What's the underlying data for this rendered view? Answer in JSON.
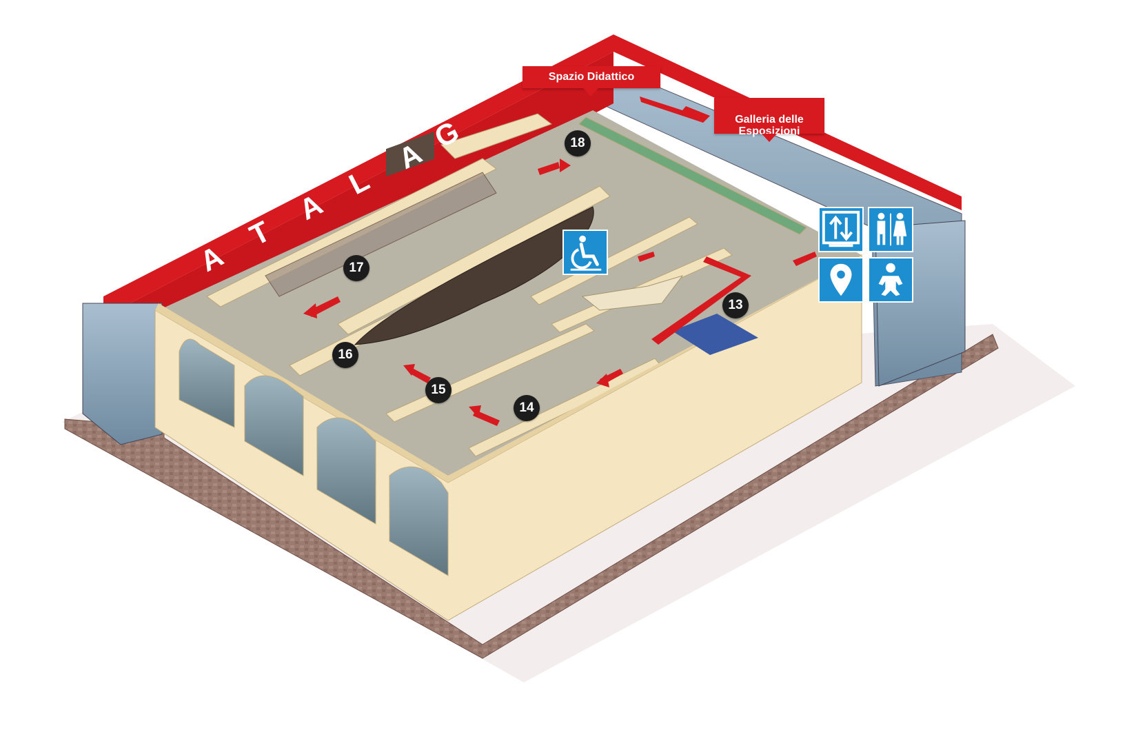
{
  "brand": {
    "letters": [
      "G",
      "A",
      "L",
      "A",
      "T",
      "A"
    ]
  },
  "labels": {
    "didattico": "Spazio Didattico",
    "galleria": "Galleria delle\nEsposizioni"
  },
  "stops": [
    "13",
    "14",
    "15",
    "16",
    "17",
    "18"
  ],
  "services": {
    "wheelchair": "wheelchair-icon",
    "elevator": "elevator-icon",
    "restroom": "restroom-icon",
    "location": "location-pin-icon",
    "babychange": "baby-change-icon"
  },
  "colors": {
    "accent_red": "#d71920",
    "service_blue": "#1d8fd0",
    "wall": "#f3e3bd",
    "floor": "#b7b3a6",
    "glass": "#8aa3b8",
    "paving": "#9a7a70",
    "stop_marker": "#1c1c1c"
  }
}
